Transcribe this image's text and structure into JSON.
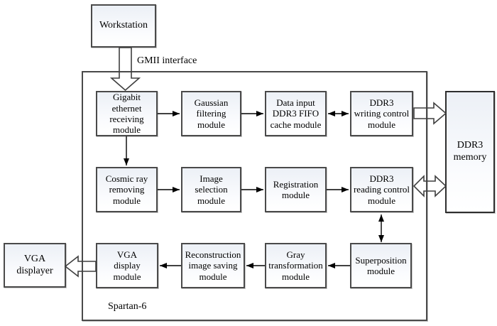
{
  "nodes": {
    "workstation": "Workstation",
    "gigabit_ethernet": "Gigabit\nethernet\nreceiving\nmodule",
    "gaussian_filtering": "Gaussian\nfiltering\nmodule",
    "ddr3_fifo_cache": "Data input\nDDR3 FIFO\ncache module",
    "ddr3_writing_control": "DDR3\nwriting control\nmodule",
    "ddr3_memory": "DDR3\nmemory",
    "cosmic_ray_removing": "Cosmic ray\nremoving\nmodule",
    "image_selection": "Image\nselection\nmodule",
    "registration": "Registration\nmodule",
    "ddr3_reading_control": "DDR3\nreading control\nmodule",
    "vga_displayer": "VGA\ndisplayer",
    "vga_display_module": "VGA\ndisplay\nmodule",
    "reconstruction_saving": "Reconstruction\nimage saving\nmodule",
    "gray_transformation": "Gray\ntransformation\nmodule",
    "superposition": "Superposition\nmodule"
  },
  "labels": {
    "gmii": "GMII interface",
    "fpga": "Spartan-6"
  },
  "colors": {
    "background": "#ffffff",
    "box_border": "#4a4a4a",
    "box_fill_top": "#ecf0f6",
    "box_fill_bottom": "#ffffff",
    "thin_arrow": "#000000",
    "block_arrow_outline": "#3f3f3f"
  },
  "connections": [
    {
      "from": "workstation",
      "to": "gigabit_ethernet",
      "style": "block-arrow",
      "heads": "single"
    },
    {
      "from": "gigabit_ethernet",
      "to": "gaussian_filtering",
      "style": "thin-arrow",
      "heads": "single"
    },
    {
      "from": "gaussian_filtering",
      "to": "ddr3_fifo_cache",
      "style": "thin-arrow",
      "heads": "single"
    },
    {
      "from": "ddr3_fifo_cache",
      "to": "ddr3_writing_control",
      "style": "thin-arrow",
      "heads": "double"
    },
    {
      "from": "ddr3_writing_control",
      "to": "ddr3_memory",
      "style": "block-arrow",
      "heads": "single"
    },
    {
      "from": "gigabit_ethernet",
      "to": "cosmic_ray_removing",
      "style": "thin-arrow",
      "heads": "single"
    },
    {
      "from": "cosmic_ray_removing",
      "to": "image_selection",
      "style": "thin-arrow",
      "heads": "single"
    },
    {
      "from": "image_selection",
      "to": "registration",
      "style": "thin-arrow",
      "heads": "single"
    },
    {
      "from": "registration",
      "to": "ddr3_reading_control",
      "style": "thin-arrow",
      "heads": "single"
    },
    {
      "from": "ddr3_reading_control",
      "to": "ddr3_memory",
      "style": "block-arrow",
      "heads": "double"
    },
    {
      "from": "ddr3_reading_control",
      "to": "superposition",
      "style": "thin-arrow",
      "heads": "double"
    },
    {
      "from": "superposition",
      "to": "gray_transformation",
      "style": "thin-arrow",
      "heads": "single"
    },
    {
      "from": "gray_transformation",
      "to": "reconstruction_saving",
      "style": "thin-arrow",
      "heads": "single"
    },
    {
      "from": "reconstruction_saving",
      "to": "vga_display_module",
      "style": "thin-arrow",
      "heads": "single"
    },
    {
      "from": "vga_display_module",
      "to": "vga_displayer",
      "style": "block-arrow",
      "heads": "single"
    }
  ]
}
